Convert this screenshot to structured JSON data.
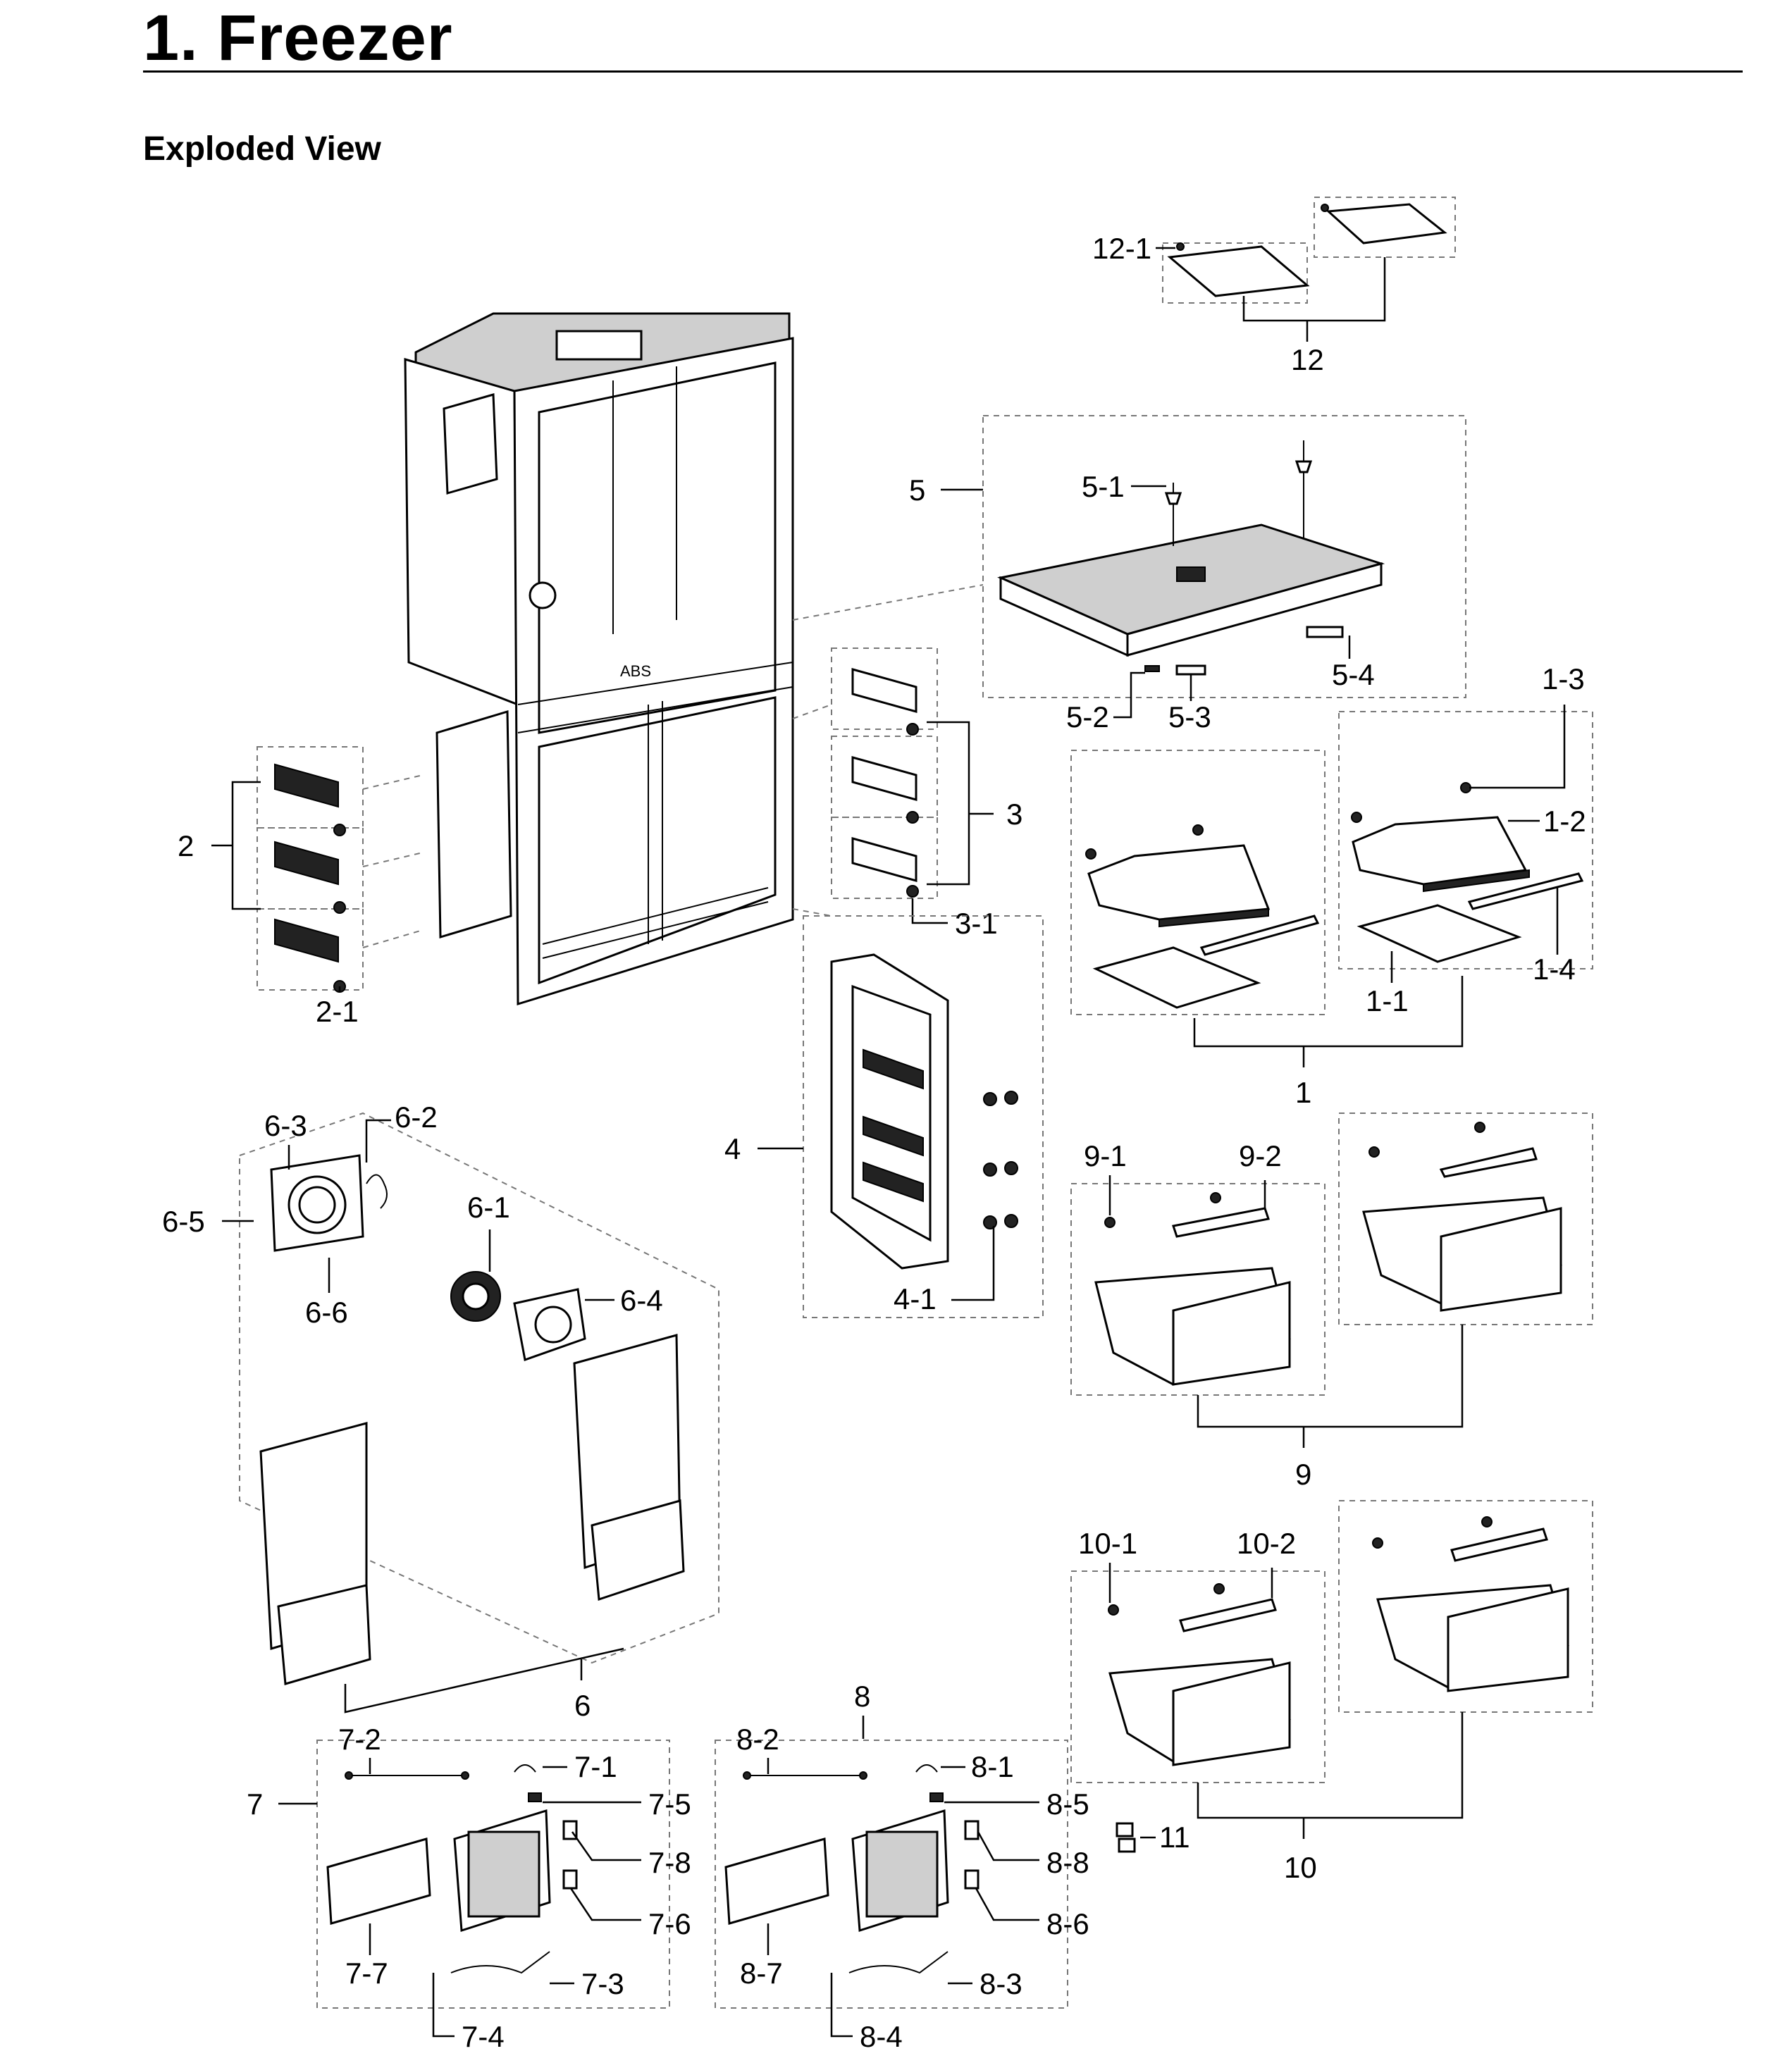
{
  "header": {
    "title": "1.  Freezer",
    "subtitle": "Exploded View"
  },
  "callouts": {
    "c1": "1",
    "c1_1": "1-1",
    "c1_2": "1-2",
    "c1_3": "1-3",
    "c1_4": "1-4",
    "c2": "2",
    "c2_1": "2-1",
    "c3": "3",
    "c3_1": "3-1",
    "c4": "4",
    "c4_1": "4-1",
    "c5": "5",
    "c5_1": "5-1",
    "c5_2": "5-2",
    "c5_3": "5-3",
    "c5_4": "5-4",
    "c6": "6",
    "c6_1": "6-1",
    "c6_2": "6-2",
    "c6_3": "6-3",
    "c6_4": "6-4",
    "c6_5": "6-5",
    "c6_6": "6-6",
    "c7": "7",
    "c7_1": "7-1",
    "c7_2": "7-2",
    "c7_3": "7-3",
    "c7_4": "7-4",
    "c7_5": "7-5",
    "c7_6": "7-6",
    "c7_7": "7-7",
    "c7_8": "7-8",
    "c8": "8",
    "c8_1": "8-1",
    "c8_2": "8-2",
    "c8_3": "8-3",
    "c8_4": "8-4",
    "c8_5": "8-5",
    "c8_6": "8-6",
    "c8_7": "8-7",
    "c8_8": "8-8",
    "c9": "9",
    "c9_1": "9-1",
    "c9_2": "9-2",
    "c10": "10",
    "c10_1": "10-1",
    "c10_2": "10-2",
    "c11": "11",
    "c12": "12",
    "c12_1": "12-1"
  },
  "markings": {
    "cabinet_logo": "ABS"
  }
}
